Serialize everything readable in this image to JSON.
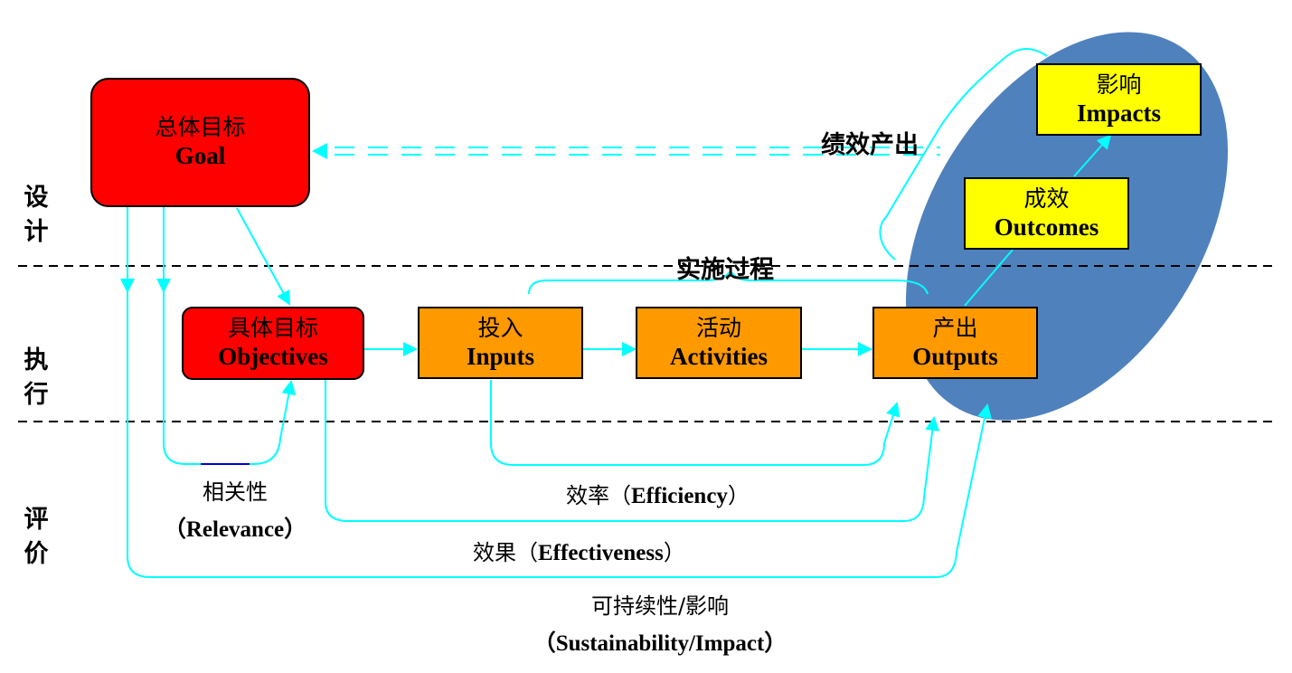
{
  "phases": {
    "design": [
      "设",
      "计"
    ],
    "execution": [
      "执",
      "行"
    ],
    "evaluation": [
      "评",
      "价"
    ]
  },
  "boxes": {
    "goal": {
      "zh": "总体目标",
      "en": "Goal",
      "color": "#ff0000"
    },
    "objectives": {
      "zh": "具体目标",
      "en": "Objectives",
      "color": "#ff0000"
    },
    "inputs": {
      "zh": "投入",
      "en": "Inputs",
      "color": "#ff9900"
    },
    "activities": {
      "zh": "活动",
      "en": "Activities",
      "color": "#ff9900"
    },
    "outputs": {
      "zh": "产出",
      "en": "Outputs",
      "color": "#ff9900"
    },
    "outcomes": {
      "zh": "成效",
      "en": "Outcomes",
      "color": "#ffff00"
    },
    "impacts": {
      "zh": "影响",
      "en": "Impacts",
      "color": "#ffff00"
    }
  },
  "labels": {
    "performance_output": "绩效产出",
    "implementation_process": "实施过程"
  },
  "evaluation_criteria": {
    "relevance": {
      "zh": "相关性",
      "en": "（Relevance）"
    },
    "efficiency": {
      "text": "效率（",
      "en": "Efficiency",
      "close": "）"
    },
    "effectiveness": {
      "text": "效果（",
      "en": "Effectiveness",
      "close": "）"
    },
    "sustainability": {
      "zh": "可持续性/影响",
      "en": "（Sustainability/Impact）"
    }
  },
  "colors": {
    "connector": "#00ffff",
    "ellipse": "#4f81bd",
    "divider": "#000000",
    "relevance_accent": "#0000cc"
  }
}
